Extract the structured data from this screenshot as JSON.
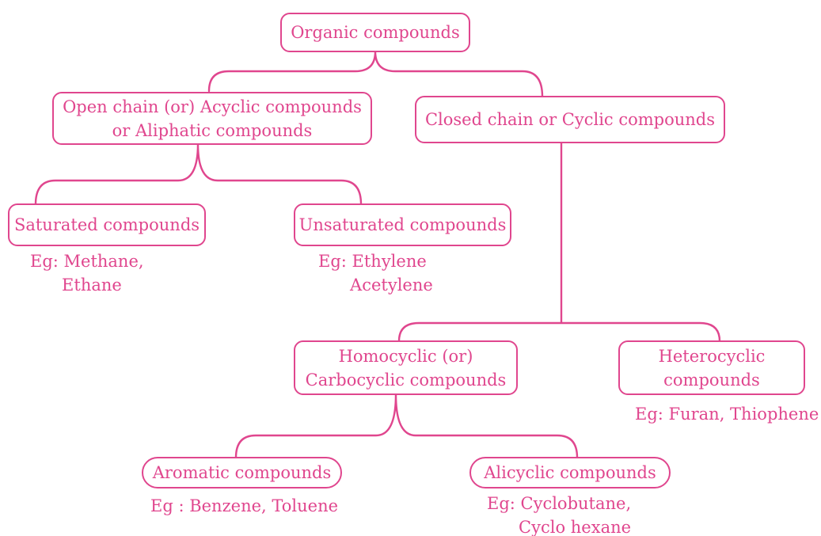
{
  "colors": {
    "accent": "#e0468e",
    "background": "#ffffff"
  },
  "nodes": {
    "organic": "Organic compounds",
    "open_chain": "Open chain (or) Acyclic compounds\nor Aliphatic compounds",
    "closed_chain": "Closed chain or Cyclic compounds",
    "saturated": "Saturated compounds",
    "unsaturated": "Unsaturated compounds",
    "homocyclic": "Homocyclic (or)\nCarbocyclic compounds",
    "heterocyclic": "Heterocyclic\ncompounds",
    "aromatic": "Aromatic compounds",
    "alicyclic": "Alicyclic compounds"
  },
  "examples": {
    "saturated": "Eg: Methane,\n      Ethane",
    "unsaturated": "Eg: Ethylene\n      Acetylene",
    "heterocyclic": "Eg: Furan, Thiophene",
    "aromatic": "Eg : Benzene, Toluene",
    "alicyclic": "Eg: Cyclobutane,\n      Cyclo hexane"
  }
}
